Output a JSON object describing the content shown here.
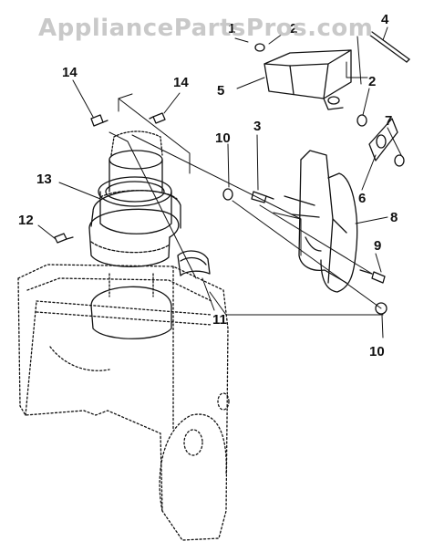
{
  "watermark": "AppliancePartsPros.com",
  "callouts": {
    "n1": "1",
    "n2a": "2",
    "n2b": "2",
    "n3": "3",
    "n4": "4",
    "n5": "5",
    "n6": "6",
    "n7": "7",
    "n8": "8",
    "n9": "9",
    "n10a": "10",
    "n10b": "10",
    "n11": "11",
    "n12": "12",
    "n13": "13",
    "n14a": "14",
    "n14b": "14"
  },
  "colors": {
    "line": "#111111",
    "watermark": "#c9c9c9",
    "background": "#ffffff"
  }
}
